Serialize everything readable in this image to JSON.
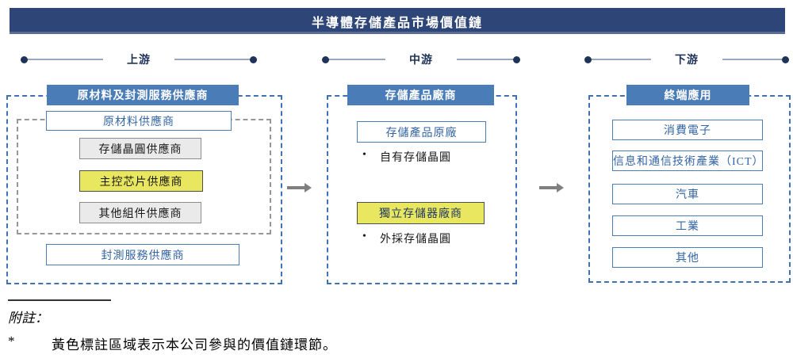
{
  "title": "半導體存儲產品市場價值鏈",
  "rails": {
    "upstream": "上游",
    "midstream": "中游",
    "downstream": "下游"
  },
  "panels": {
    "upstream": {
      "header": "原材料及封測服務供應商",
      "raw_material_box": "原材料供應商",
      "wafer_box": "存儲晶圓供應商",
      "controller_box": "主控芯片供應商",
      "other_components_box": "其他組件供應商",
      "packaging_box": "封測服務供應商"
    },
    "midstream": {
      "header": "存儲產品廠商",
      "oem_box": "存儲產品原廠",
      "bullet_char": "•",
      "oem_bullet": "自有存儲晶圓",
      "independent_box": "獨立存儲器廠商",
      "independent_bullet": "外採存儲晶圓"
    },
    "downstream": {
      "header": "終端應用",
      "items": [
        "消費電子",
        "信息和通信技術產業（ICT）",
        "汽車",
        "工業",
        "其他"
      ]
    }
  },
  "footnote": {
    "label": "附註：",
    "marker": "*",
    "text": "黃色標註區域表示本公司參與的價值鏈環節。"
  },
  "colors": {
    "title_bar_bg": "#2E4577",
    "section_header_bg": "#4A7CB8",
    "dashed_border_blue": "#4171B5",
    "dashed_border_gray": "#979797",
    "blue_box_border": "#4A7CB8",
    "blue_box_text": "#3465A4",
    "gray_box_bg": "#EAEAEA",
    "gray_box_border": "#8C8C8C",
    "highlight_yellow_bg": "#E9E65F",
    "highlight_yellow_border": "#4D4D4D",
    "navy_text": "#1F3864",
    "rail_dot": "#1F3358",
    "rail_line": "#9AA7BE",
    "arrow_gray": "#7F7F7F"
  }
}
